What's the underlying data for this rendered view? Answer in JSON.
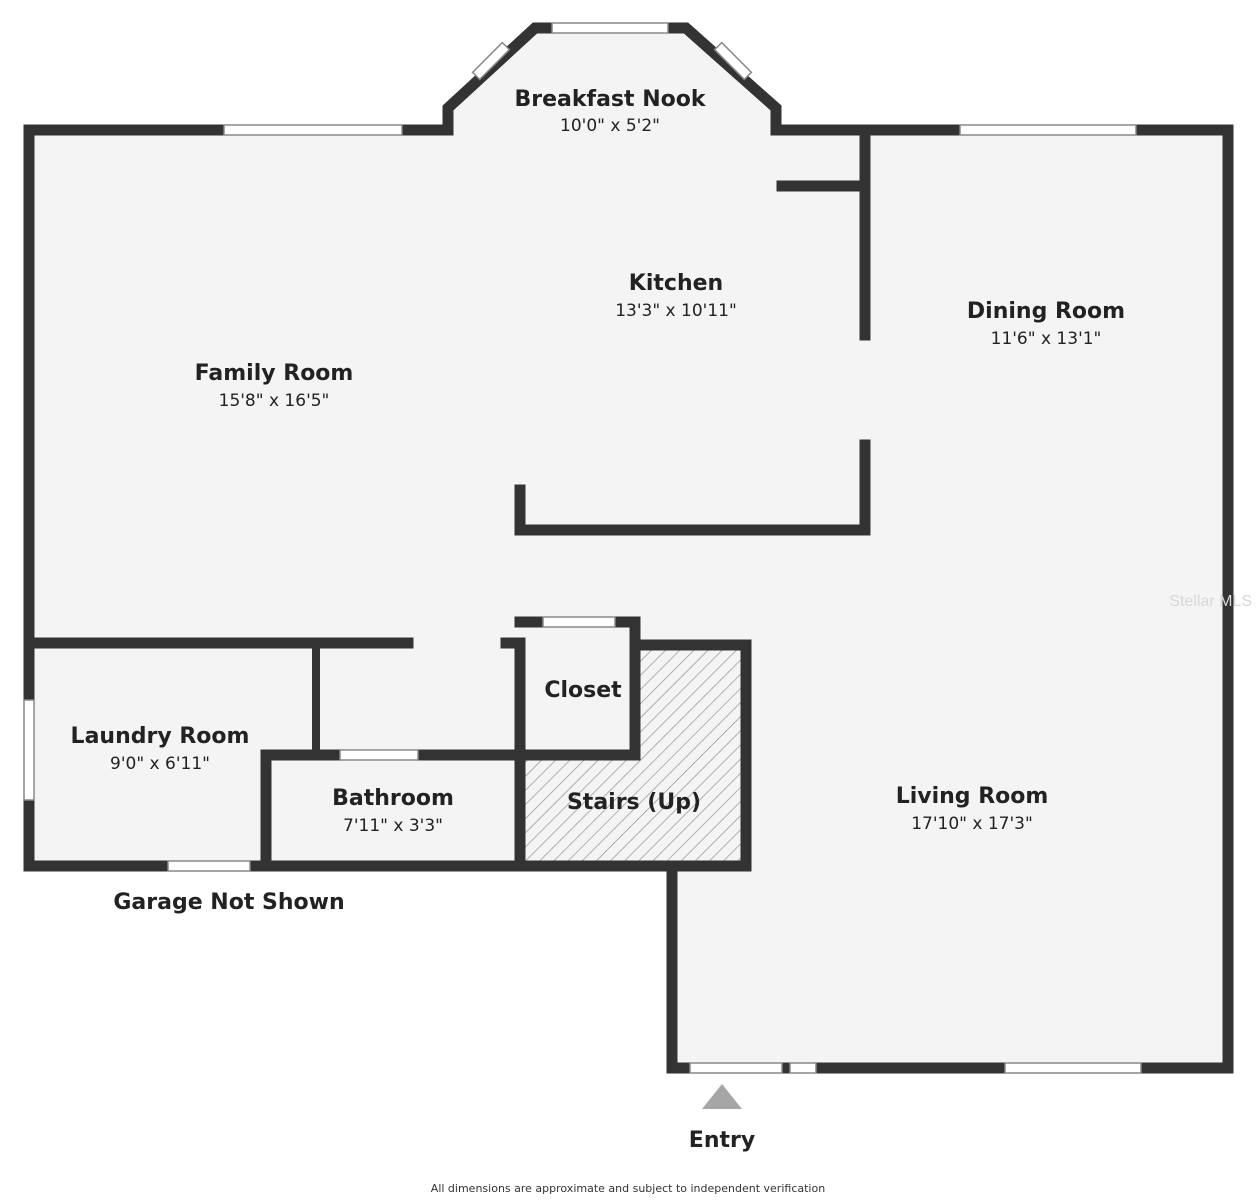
{
  "rooms": [
    {
      "name": "Breakfast Nook",
      "dims": "10'0\" x 5'2\""
    },
    {
      "name": "Kitchen",
      "dims": "13'3\" x 10'11\""
    },
    {
      "name": "Dining Room",
      "dims": "11'6\" x 13'1\""
    },
    {
      "name": "Family Room",
      "dims": "15'8\" x 16'5\""
    },
    {
      "name": "Closet",
      "dims": ""
    },
    {
      "name": "Laundry Room",
      "dims": "9'0\" x 6'11\""
    },
    {
      "name": "Bathroom",
      "dims": "7'11\" x 3'3\""
    },
    {
      "name": "Stairs (Up)",
      "dims": ""
    },
    {
      "name": "Living Room",
      "dims": "17'10\" x 17'3\""
    }
  ],
  "labels": {
    "garage": "Garage Not Shown",
    "entry": "Entry",
    "disclaimer": "All dimensions are approximate and subject to independent verification",
    "watermark": "Stellar MLS"
  },
  "colors": {
    "floor": "#f4f4f4",
    "wall": "#333333",
    "stairs_hatch": "#999999",
    "entry_arrow": "#a6a6a6"
  }
}
